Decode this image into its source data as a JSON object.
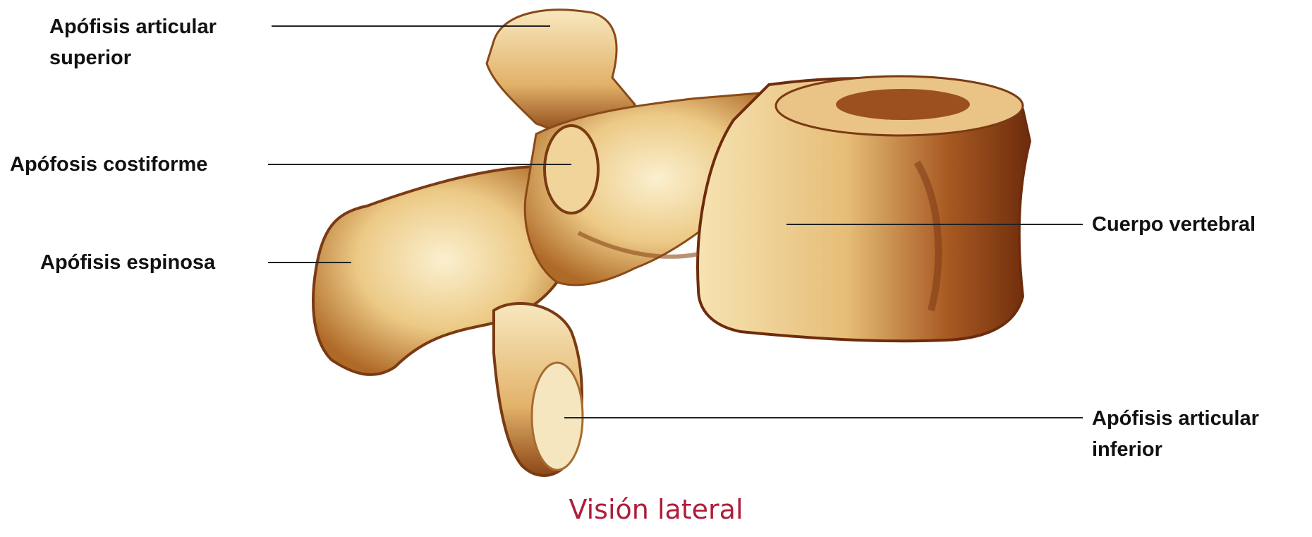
{
  "figure": {
    "caption": "Visión lateral",
    "labels": {
      "articular_superior": {
        "line1": "Apófisis articular",
        "line2": "superior"
      },
      "costiforme": "Apófosis costiforme",
      "espinosa": "Apófisis espinosa",
      "cuerpo_vertebral": "Cuerpo vertebral",
      "articular_inferior": {
        "line1": "Apófisis articular",
        "line2": "inferior"
      }
    }
  },
  "colors": {
    "bone_light": "#f4e2b4",
    "bone_mid": "#d8a862",
    "bone_dark": "#7a3a12",
    "leader_line": "#222222",
    "caption": "#b01c3a"
  }
}
